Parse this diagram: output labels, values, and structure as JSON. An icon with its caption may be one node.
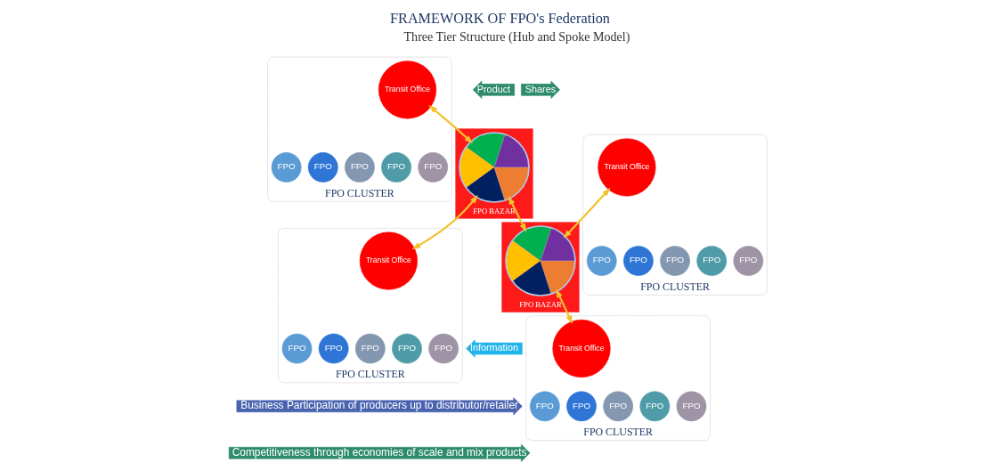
{
  "diagram": {
    "title": "FRAMEWORK OF FPO's Federation",
    "nodes": [
      {
        "text": [
          "FPO CLUSTER"
        ]
      },
      {
        "text": [
          "Transit Office"
        ],
        "in": 0
      },
      {
        "text": [
          "FPO"
        ],
        "in": 0
      },
      {
        "text": [
          "FPO"
        ],
        "in": 0
      },
      {
        "text": [
          "FPO"
        ],
        "in": 0
      },
      {
        "text": [
          "FPO"
        ],
        "in": 0
      },
      {
        "text": [
          "FPO"
        ],
        "in": 0
      },
      {
        "text": [
          "FPO CLUSTER"
        ]
      },
      {
        "text": [
          "Transit Office"
        ],
        "in": 7
      },
      {
        "text": [
          "FPO"
        ],
        "in": 7
      },
      {
        "text": [
          "FPO"
        ],
        "in": 7
      },
      {
        "text": [
          "FPO"
        ],
        "in": 7
      },
      {
        "text": [
          "FPO"
        ],
        "in": 7
      },
      {
        "text": [
          "FPO"
        ],
        "in": 7
      },
      {
        "text": [
          "FPO CLUSTER"
        ]
      },
      {
        "text": [
          "Transit Office"
        ],
        "in": 14
      },
      {
        "text": [
          "FPO"
        ],
        "in": 14
      },
      {
        "text": [
          "FPO"
        ],
        "in": 14
      },
      {
        "text": [
          "FPO"
        ],
        "in": 14
      },
      {
        "text": [
          "FPO"
        ],
        "in": 14
      },
      {
        "text": [
          "FPO"
        ],
        "in": 14
      },
      {
        "text": [
          "FPO CLUSTER"
        ]
      },
      {
        "text": [
          "Transit Office"
        ],
        "in": 21
      },
      {
        "text": [
          "FPO"
        ],
        "in": 21
      },
      {
        "text": [
          "FPO"
        ],
        "in": 21
      },
      {
        "text": [
          "FPO"
        ],
        "in": 21
      },
      {
        "text": [
          "FPO"
        ],
        "in": 21
      },
      {
        "text": [
          "FPO"
        ],
        "in": 21
      },
      {
        "text": [
          "FPO BAZAR"
        ]
      },
      {
        "text": [],
        "shape": "circle",
        "in": 28
      },
      {
        "text": [
          "FPO BAZAR"
        ]
      },
      {
        "text": [],
        "shape": "circle",
        "in": 30
      }
    ],
    "edges": [
      {
        "from": 1,
        "to": 29,
        "arrow": "both"
      },
      {
        "from": 15,
        "to": 29,
        "arrow": "both"
      },
      {
        "from": 29,
        "to": 31,
        "arrow": "both"
      },
      {
        "from": 8,
        "to": 31,
        "arrow": "both"
      },
      {
        "from": 31,
        "to": 22,
        "arrow": "both"
      }
    ],
    "labels": [
      "Three Tier Structure (Hub and Spoke Model)",
      "Product",
      "Shares",
      "Information",
      "Business Participation of producers up to distributor/retailer",
      "Competitiveness through economies of scale and mix products"
    ]
  }
}
